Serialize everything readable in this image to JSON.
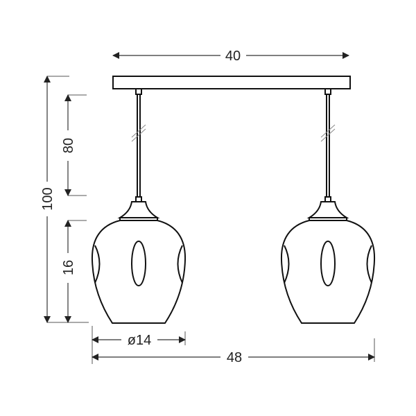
{
  "dimensions": {
    "canopy_width": "40",
    "cord_length": "80",
    "total_height": "100",
    "shade_height": "16",
    "shade_diameter": "ø14",
    "overall_width": "48"
  },
  "colors": {
    "line": "#111111",
    "dimension": "#333333",
    "background": "#ffffff"
  }
}
